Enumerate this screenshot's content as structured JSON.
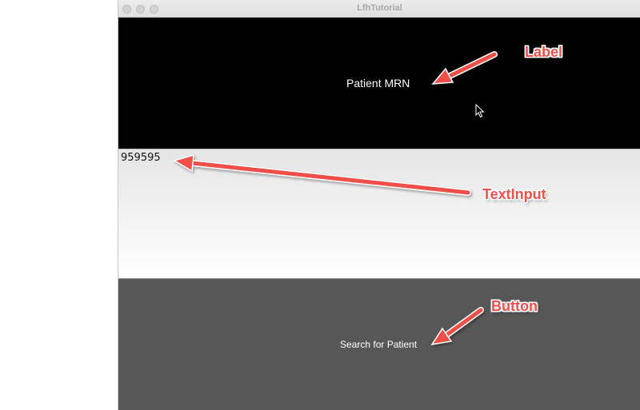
{
  "window": {
    "title": "LfhTutorial"
  },
  "label_widget": {
    "text": "Patient MRN"
  },
  "text_input": {
    "value": "959595"
  },
  "button": {
    "label": "Search for Patient"
  },
  "annotations": {
    "label": "Label",
    "text_input": "TextInput",
    "button": "Button",
    "color": "#f0504a"
  }
}
